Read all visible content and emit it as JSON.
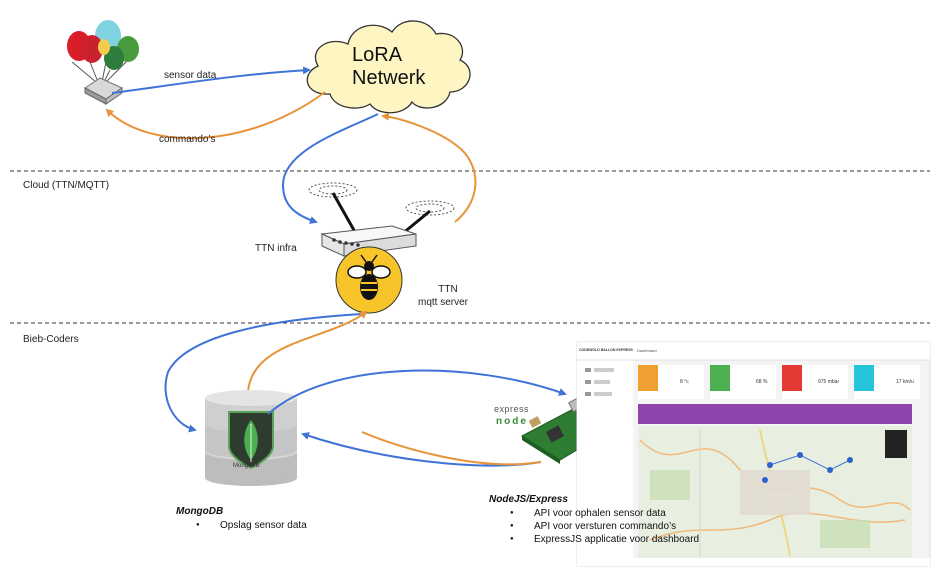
{
  "cloud": {
    "line1": "LoRA",
    "line2": "Netwerk"
  },
  "labels": {
    "sensor_data": "sensor data",
    "commandos": "commando’s",
    "ttn_infra": "TTN infra",
    "ttn_mqtt_line1": "TTN",
    "ttn_mqtt_line2": "mqtt server",
    "mongodb_logo": "MongoDB",
    "express_logo": "express",
    "node_logo": "node"
  },
  "zones": {
    "cloud": "Cloud (TTN/MQTT)",
    "bieb": "Bieb-Coders"
  },
  "mongodb": {
    "title": "MongoDB",
    "bullets": [
      "Opslag sensor data"
    ]
  },
  "nodejs": {
    "title": "NodeJS/Express",
    "bullets": [
      "API voor ophalen sensor data",
      "API voor versturen commando’s",
      "ExpressJS applicatie voor dashboard"
    ]
  },
  "dashboard": {
    "app_name": "CODEWOLD BALLON EXPRESS",
    "page": "Dashboard",
    "stats": [
      {
        "value": "8 °c",
        "color": "#f0a030"
      },
      {
        "value": "68 %",
        "color": "#4caf50"
      },
      {
        "value": "975 mbar",
        "color": "#e53935"
      },
      {
        "value": "17 km/u",
        "color": "#26c6da"
      }
    ],
    "banner_color": "#8e44ad"
  },
  "colors": {
    "blue_arrow": "#3f74d6",
    "orange_arrow": "#e8933a"
  }
}
